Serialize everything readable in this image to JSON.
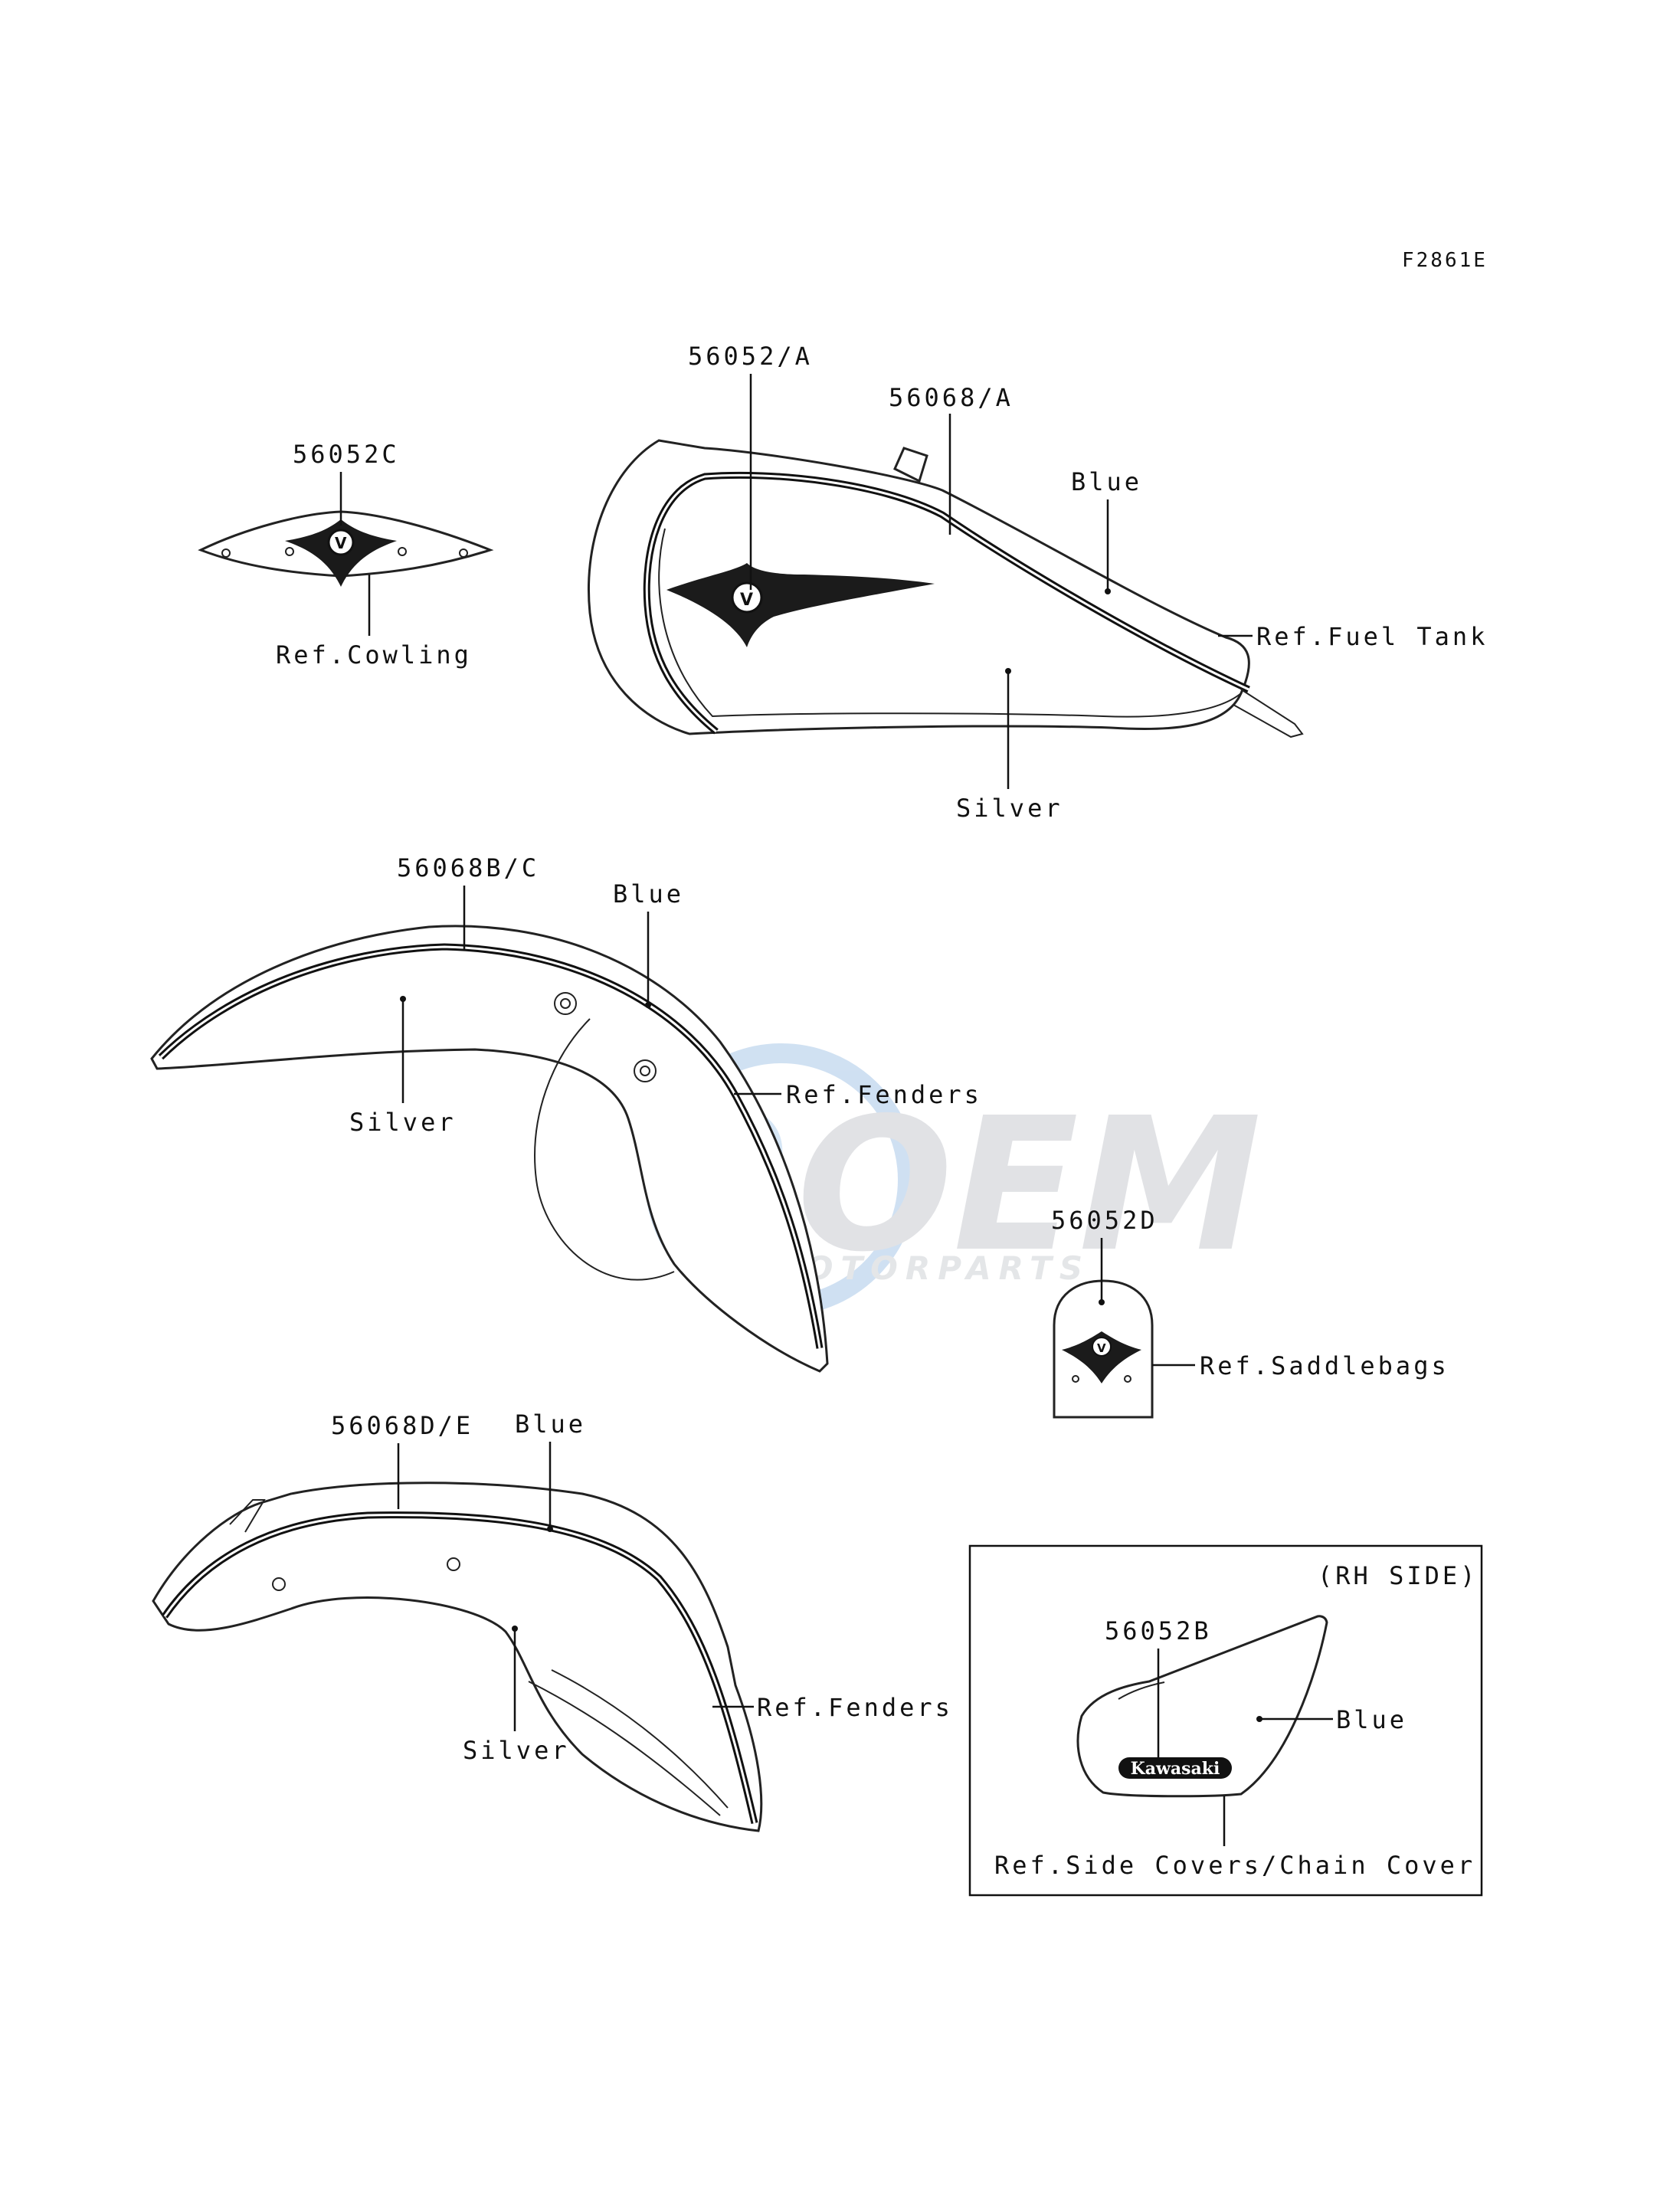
{
  "diagram_id": "F2861E",
  "watermark": {
    "brand": "OEM",
    "tagline": "MOTORPARTS",
    "colors": {
      "globe": "#8fb8e0",
      "brand": "#c9ccd1",
      "tagline": "#d3d6da"
    }
  },
  "parts": {
    "cowling": {
      "part_no": "56052C",
      "ref": "Ref.Cowling"
    },
    "fuel_tank": {
      "emblem_no": "56052/A",
      "stripe_no": "56068/A",
      "color_top": "Blue",
      "color_side": "Silver",
      "ref": "Ref.Fuel Tank"
    },
    "front_fender": {
      "stripe_no": "56068B/C",
      "color_top": "Blue",
      "color_side": "Silver",
      "ref": "Ref.Fenders"
    },
    "saddlebag": {
      "part_no": "56052D",
      "ref": "Ref.Saddlebags"
    },
    "rear_fender": {
      "stripe_no": "56068D/E",
      "color_top": "Blue",
      "color_side": "Silver",
      "ref": "Ref.Fenders"
    },
    "side_cover": {
      "side_label": "(RH SIDE)",
      "part_no": "56052B",
      "emblem_text": "Kawasaki",
      "color": "Blue",
      "ref": "Ref.Side Covers/Chain Cover"
    }
  }
}
